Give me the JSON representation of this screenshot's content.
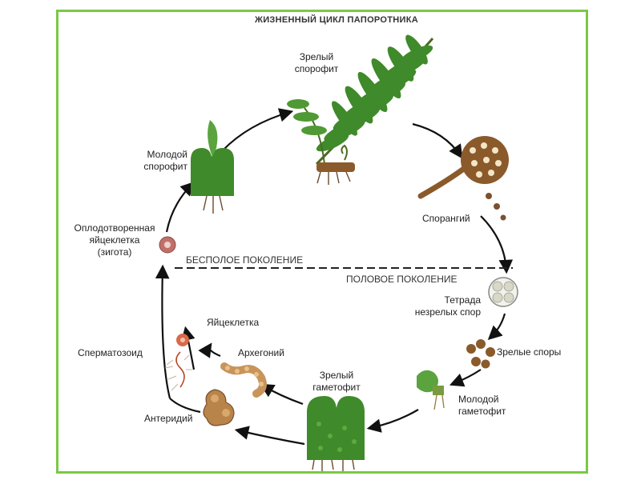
{
  "title": "ЖИЗНЕННЫЙ ЦИКЛ ПАПОРОТНИКА",
  "generations": {
    "asexual": "БЕСПОЛОЕ ПОКОЛЕНИЕ",
    "sexual": "ПОЛОВОЕ ПОКОЛЕНИЕ"
  },
  "stages": {
    "mature_sporophyte": "Зрелый\nспорофит",
    "sporangium": "Спорангий",
    "tetrad": "Тетрада\nнезрелых спор",
    "mature_spores": "Зрелые споры",
    "young_gametophyte": "Молодой\nгаметофит",
    "mature_gametophyte": "Зрелый\nгаметофит",
    "antheridium": "Антеридий",
    "spermatozoid": "Сперматозоид",
    "archegonium": "Архегоний",
    "egg_cell": "Яйцеклетка",
    "zygote": "Оплодотворенная\nяйцеклетка\n(зигота)",
    "young_sporophyte": "Молодой\nспорофит"
  },
  "colors": {
    "frame_border": "#7ac943",
    "plant_green": "#3f8a2a",
    "brown": "#8b5a2b",
    "arrow": "#111111"
  }
}
